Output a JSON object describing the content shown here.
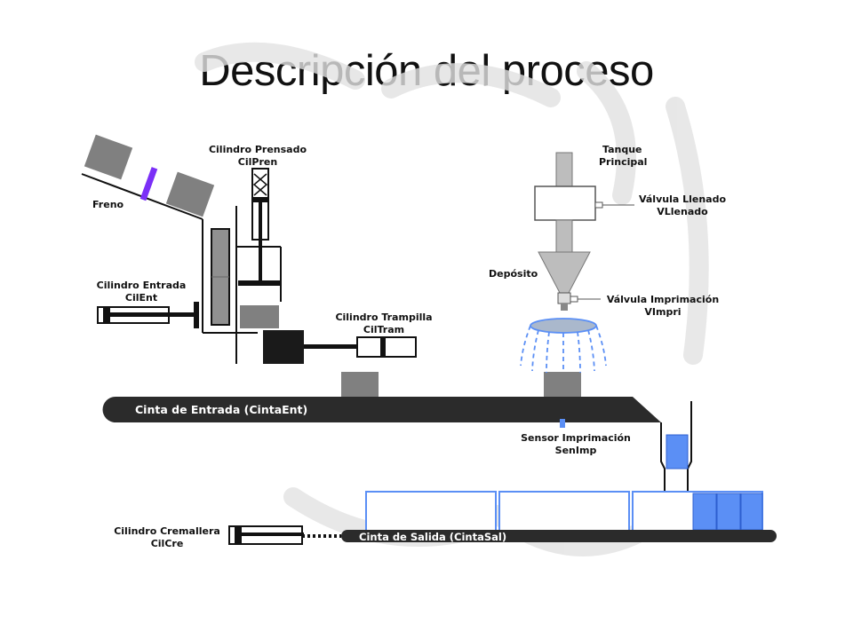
{
  "title": "Descripción del proceso",
  "labels": {
    "freno": "Freno",
    "cil_prensado_1": "Cilindro Prensado",
    "cil_prensado_2": "CilPren",
    "cil_entrada_1": "Cilindro Entrada",
    "cil_entrada_2": "CilEnt",
    "cil_trampilla_1": "Cilindro Trampilla",
    "cil_trampilla_2": "CilTram",
    "tanque_1": "Tanque",
    "tanque_2": "Principal",
    "valvula_llenado_1": "Válvula Llenado",
    "valvula_llenado_2": "VLlenado",
    "deposito": "Depósito",
    "valvula_impr_1": "Válvula Imprimación",
    "valvula_impr_2": "VImpri",
    "cinta_entrada": "Cinta de Entrada (CintaEnt)",
    "sensor_1": "Sensor Imprimación",
    "sensor_2": "SenImp",
    "cil_cremallera_1": "Cilindro Cremallera",
    "cil_cremallera_2": "CilCre",
    "cinta_salida": "Cinta de Salida (CintaSal)"
  },
  "colors": {
    "box_gray": "#808080",
    "belt": "#2b2b2b",
    "brake": "#7b2ff7",
    "blue": "#5b8ff5",
    "spray": "#5b8ff5"
  }
}
